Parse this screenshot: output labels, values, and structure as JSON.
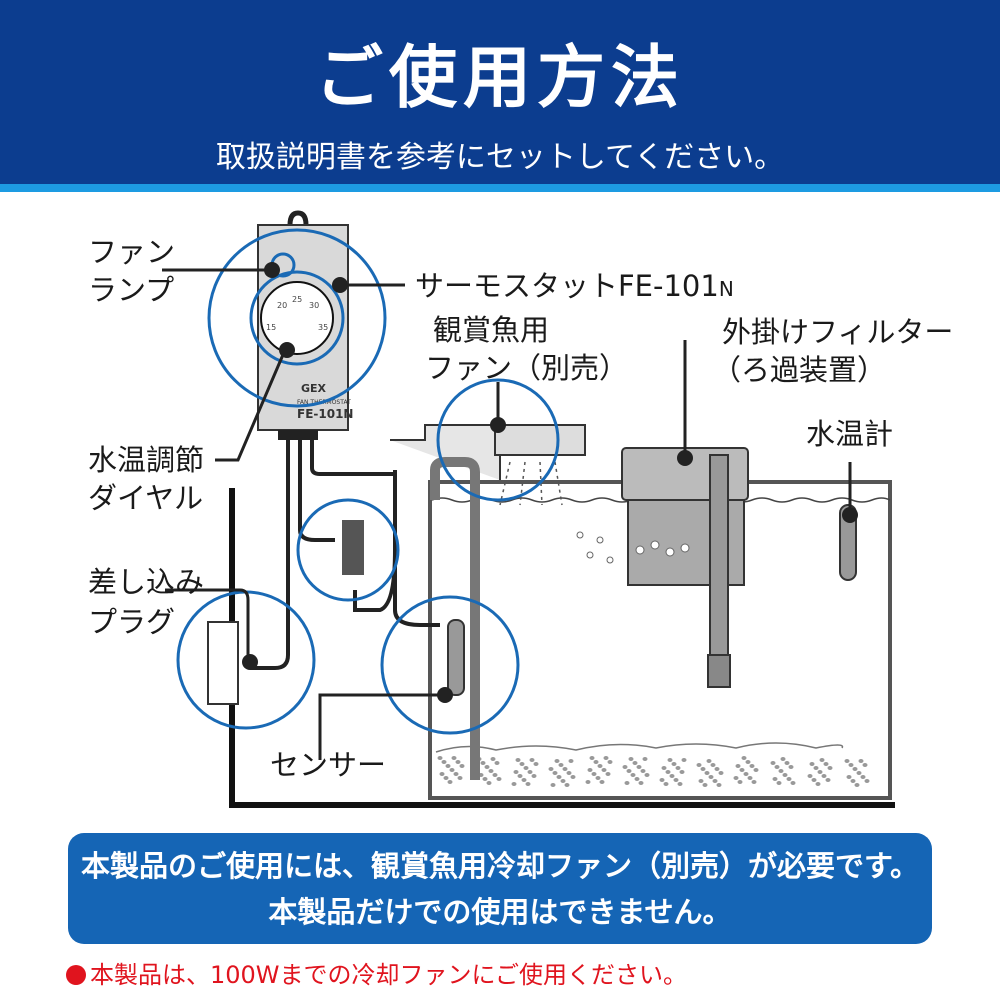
{
  "header": {
    "title": "ご使用方法",
    "subtitle": "取扱説明書を参考にセットしてください。"
  },
  "labels": {
    "fan_lamp": [
      "ファン",
      "ランプ"
    ],
    "thermostat": "サーモスタットFE-101",
    "thermostat_suffix": "N",
    "aquarium_fan": [
      "観賞魚用",
      "ファン（別売）"
    ],
    "filter": [
      "外掛けフィルター",
      "（ろ過装置）"
    ],
    "thermometer": "水温計",
    "dial": [
      "水温調節",
      "ダイヤル"
    ],
    "plug": [
      "差し込み",
      "プラグ"
    ],
    "sensor": "センサー"
  },
  "device": {
    "brand": "GEX",
    "type": "FAN THERMOSTAT",
    "model": "FE-101N",
    "dial_ticks": [
      "15",
      "20",
      "25",
      "30",
      "35"
    ]
  },
  "notice": {
    "line1": "本製品のご使用には、観賞魚用冷却ファン（別売）が必要です。",
    "line2": "本製品だけでの使用はできません。"
  },
  "note": "本製品は、100Wまでの冷却ファンにご使用ください。",
  "colors": {
    "header": "#0c3d8f",
    "stripe": "#1d9be2",
    "callout": "#1a6ab5",
    "notice": "#1565b5",
    "note": "#e0141e"
  }
}
